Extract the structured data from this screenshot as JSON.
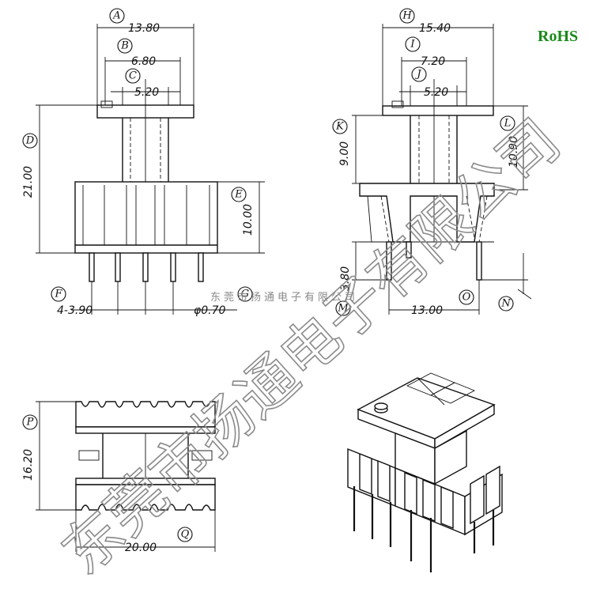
{
  "badge": {
    "rohs": "RoHS"
  },
  "front_view": {
    "dimensions": {
      "A": "13.80",
      "B": "6.80",
      "C": "5.20",
      "D": "21.00",
      "E": "10.00",
      "F": "4-3.90",
      "G": "φ0.70"
    },
    "labels": [
      "A",
      "B",
      "C",
      "D",
      "E",
      "F",
      "G"
    ]
  },
  "side_view": {
    "dimensions": {
      "H": "15.40",
      "I": "7.20",
      "J": "5.20",
      "K": "9.00",
      "L": "10.90",
      "M": "3.80",
      "O": "13.00"
    },
    "labels": [
      "H",
      "I",
      "J",
      "K",
      "L",
      "M",
      "N",
      "O"
    ]
  },
  "top_view": {
    "dimensions": {
      "P": "16.20",
      "Q": "20.00"
    },
    "labels": [
      "P",
      "Q"
    ]
  },
  "watermark": {
    "line_small": "东莞市扬通电子有限公司",
    "line_big": "东莞市扬通电子有限公司"
  }
}
